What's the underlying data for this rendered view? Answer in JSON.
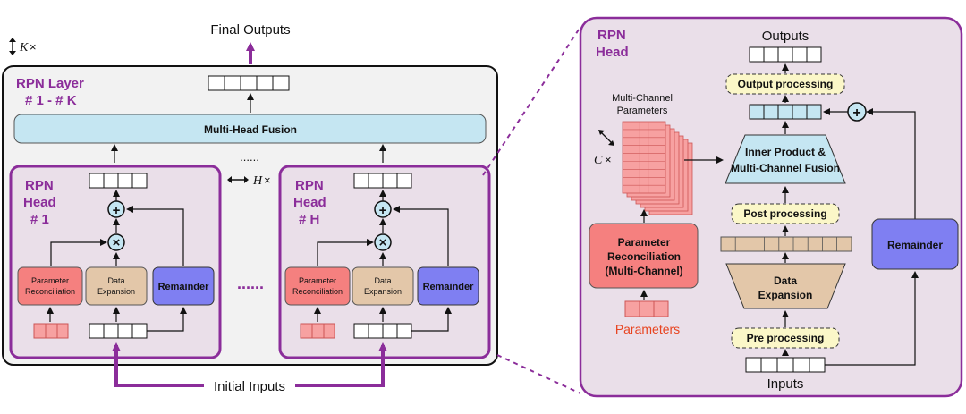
{
  "colors": {
    "purple": "#8b2d9a",
    "fusion_fill": "#c5e6f2",
    "param_fill": "#f5807f",
    "expansion_fill": "#e3c7a9",
    "remainder_fill": "#7f7ff2",
    "head_bg": "#eadfe9",
    "layer_bg": "#f2f2f2",
    "dashed_box_fill": "#fbf7c8",
    "parameters_label": "#e8431f"
  },
  "left": {
    "final_outputs": "Final Outputs",
    "k_times": "K",
    "layer_title_1": "RPN Layer",
    "layer_title_2": "# 1 - # K",
    "fusion_label": "Multi-Head Fusion",
    "dots_top": "......",
    "h_times": "H",
    "dots_mid": "......",
    "initial_inputs": "Initial Inputs",
    "head1": {
      "title_1": "RPN",
      "title_2": "Head",
      "title_3": "# 1",
      "param_label_1": "Parameter",
      "param_label_2": "Reconciliation",
      "exp_label_1": "Data",
      "exp_label_2": "Expansion",
      "remainder": "Remainder",
      "mult": "×",
      "plus": "+"
    },
    "headH": {
      "title_1": "RPN",
      "title_2": "Head",
      "title_3": "# H",
      "param_label_1": "Parameter",
      "param_label_2": "Reconciliation",
      "exp_label_1": "Data",
      "exp_label_2": "Expansion",
      "remainder": "Remainder",
      "mult": "×",
      "plus": "+"
    }
  },
  "right": {
    "title_1": "RPN",
    "title_2": "Head",
    "outputs": "Outputs",
    "output_processing": "Output processing",
    "multi_channel_1": "Multi-Channel",
    "multi_channel_2": "Parameters",
    "c_times": "C",
    "inner_1": "Inner Product &",
    "inner_2": "Multi-Channel Fusion",
    "post_processing": "Post processing",
    "param_rec_1": "Parameter",
    "param_rec_2": "Reconciliation",
    "param_rec_3": "(Multi-Channel)",
    "data_exp_1": "Data",
    "data_exp_2": "Expansion",
    "remainder": "Remainder",
    "parameters": "Parameters",
    "pre_processing": "Pre processing",
    "inputs": "Inputs",
    "plus": "+"
  }
}
